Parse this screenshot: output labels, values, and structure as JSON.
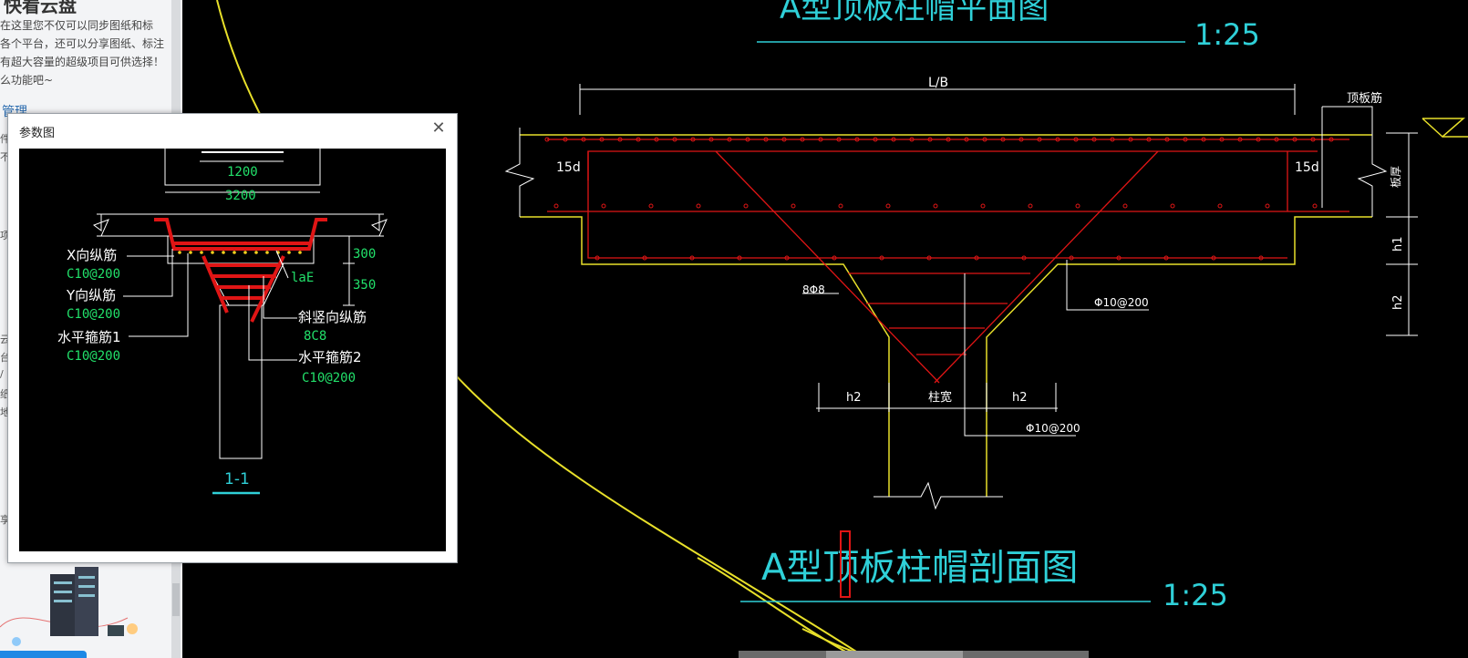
{
  "sidebar": {
    "title": "快看云盘",
    "promo_lines": [
      "在这里您不仅可以同步图纸和标",
      "各个平台，还可以分享图纸、标注",
      "有超大容量的超级项目可供选择！",
      "么功能吧~"
    ],
    "manage_link": "管理",
    "fragments": [
      "件",
      "不",
      "云",
      "台",
      "/",
      "纸",
      "地",
      "享",
      "项"
    ]
  },
  "dialog": {
    "title": "参数图",
    "close_glyph": "✕",
    "labels": {
      "dim_1200": "1200",
      "dim_3200": "3200",
      "dim_300": "300",
      "dim_350": "350",
      "lae": "laE",
      "x_bar": "X向纵筋",
      "x_bar_spec": "C10@200",
      "y_bar": "Y向纵筋",
      "y_bar_spec": "C10@200",
      "hstir1": "水平箍筋1",
      "hstir1_spec": "C10@200",
      "slant_bar": "斜竖向纵筋",
      "slant_bar_spec": "8C8",
      "hstir2": "水平箍筋2",
      "hstir2_spec": "C10@200",
      "section": "1-1"
    }
  },
  "drawing": {
    "plan_title": "A型顶板柱帽平面图",
    "plan_scale": "1:25",
    "section_title": "A型顶板柱帽剖面图",
    "section_scale": "1:25",
    "dim_lb": "L/B",
    "top_bar": "顶板筋",
    "anchor_left": "15d",
    "anchor_right": "15d",
    "slab_thk": "板厚",
    "h1": "h1",
    "h2_right": "h2",
    "diag_bar": "8Φ8",
    "stirrup_right": "Φ10@200",
    "h2_left": "h2",
    "col_width": "柱宽",
    "h2_mid": "h2",
    "stirrup_bottom": "Φ10@200"
  },
  "colors": {
    "cyan": "#2fd0d8",
    "yellow": "#e8e02a",
    "red": "#e01515",
    "white": "#ffffff",
    "green": "#22e06a"
  }
}
